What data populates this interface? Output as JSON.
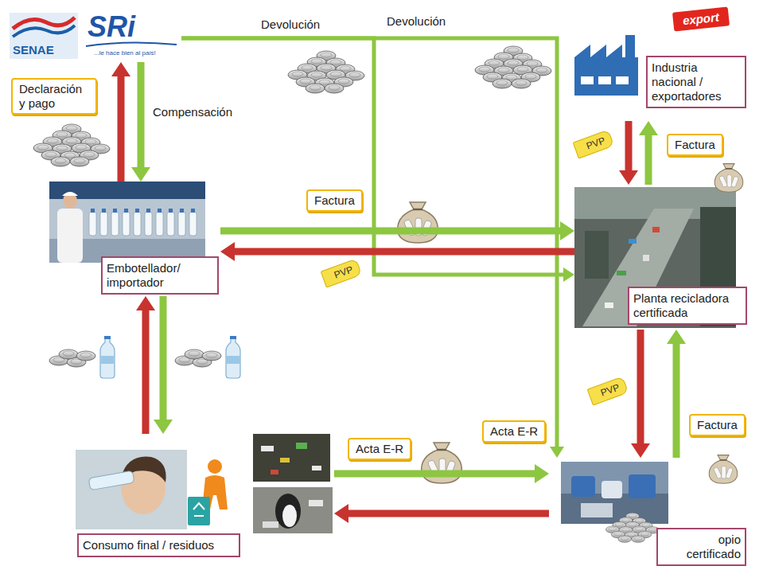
{
  "diagram": {
    "nodes": [
      {
        "text": [
          "SENAE",
          "SRi",
          "...le hace bien al país!"
        ]
      },
      {
        "text": [
          "Industria nacional / exportadores"
        ]
      },
      {
        "text": [
          "Embotellador/ importador"
        ]
      },
      {
        "text": [
          "Planta recicladora certificada"
        ]
      },
      {
        "text": [
          "Consumo final / residuos"
        ]
      },
      {
        "text": [
          "opio certificado"
        ]
      }
    ],
    "edges": [
      {
        "from": 2,
        "to": 0,
        "label": "Declaración y pago",
        "arrow": "to"
      },
      {
        "from": 0,
        "to": 2,
        "label": "Compensación",
        "arrow": "to"
      },
      {
        "from": 0,
        "to": 3,
        "label": "Devolución",
        "arrow": "to"
      },
      {
        "from": 0,
        "to": 5,
        "label": "Devolución",
        "arrow": "to"
      },
      {
        "from": 2,
        "to": 3,
        "label": "Factura",
        "arrow": "to"
      },
      {
        "from": 3,
        "to": 2,
        "label": "PVP",
        "arrow": "to"
      },
      {
        "from": 1,
        "to": 3,
        "label": "PVP",
        "arrow": "to"
      },
      {
        "from": 3,
        "to": 1,
        "label": "Factura",
        "arrow": "to"
      },
      {
        "from": 2,
        "to": 4,
        "arrow": "to"
      },
      {
        "from": 4,
        "to": 2,
        "arrow": "to"
      },
      {
        "from": 4,
        "to": 5,
        "label": "Acta E-R",
        "arrow": "to"
      },
      {
        "from": 5,
        "to": 4,
        "arrow": "to"
      },
      {
        "from": 5,
        "to": 3,
        "label": "Factura",
        "arrow": "to"
      },
      {
        "from": 3,
        "to": 5,
        "label": "PVP",
        "arrow": "to"
      }
    ],
    "labels": [
      "export",
      "Acta E-R"
    ]
  }
}
